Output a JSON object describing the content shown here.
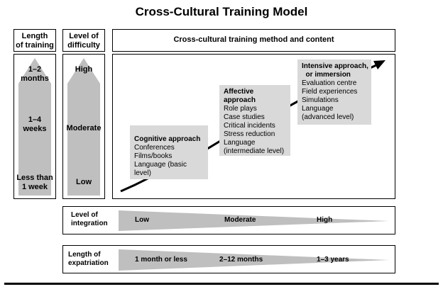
{
  "title": "Cross-Cultural Training Model",
  "columns": {
    "length": {
      "header": "Length\nof training",
      "top": "1–2 months",
      "middle": "1–4\nweeks",
      "bottom": "Less than\n1 week"
    },
    "difficulty": {
      "header": "Level of\ndifficulty",
      "top": "High",
      "middle": "Moderate",
      "bottom": "Low"
    }
  },
  "method_header": "Cross-cultural training method and content",
  "approaches": [
    {
      "title": "Cognitive approach",
      "items": [
        "Conferences",
        "Films/books",
        "Language (basic level)"
      ]
    },
    {
      "title": "Affective approach",
      "items": [
        "Role plays",
        "Case studies",
        "Critical incidents",
        "Stress reduction",
        "Language",
        "(intermediate level)"
      ]
    },
    {
      "title": "Intensive approach,\n  or immersion",
      "items": [
        "Evaluation centre",
        "Field experiences",
        "Simulations",
        "Language",
        "(advanced level)"
      ]
    }
  ],
  "integration": {
    "label": "Level of\nintegration",
    "levels": [
      "Low",
      "Moderate",
      "High"
    ]
  },
  "expatriation": {
    "label": "Length of\nexpatriation",
    "levels": [
      "1 month or less",
      "2–12 months",
      "1–3 years"
    ]
  },
  "colors": {
    "fill": "#bfbfbf",
    "card": "#d9d9d9",
    "line": "#000000"
  }
}
